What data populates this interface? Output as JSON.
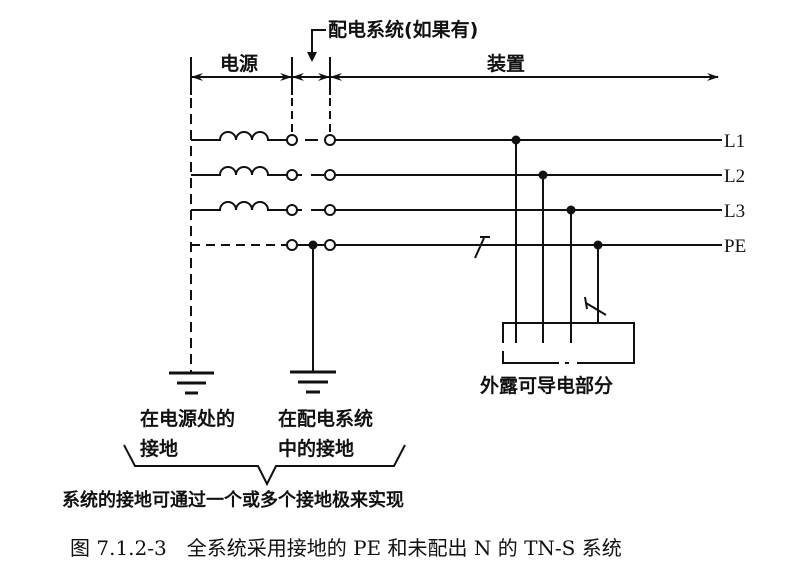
{
  "labels": {
    "distribution": "配电系统(如果有)",
    "source": "电源",
    "installation": "装置",
    "L1": "L1",
    "L2": "L2",
    "L3": "L3",
    "PE": "PE",
    "exposed_parts": "外露可导电部分",
    "earth_source_1": "在电源处的",
    "earth_source_2": "接地",
    "earth_dist_1": "在配电系统",
    "earth_dist_2": "中的接地",
    "note": "系统的接地可通过一个或多个接地极来实现",
    "caption": "图 7.1.2-3　全系统采用接地的 PE 和未配出 N 的 TN-S 系统"
  }
}
